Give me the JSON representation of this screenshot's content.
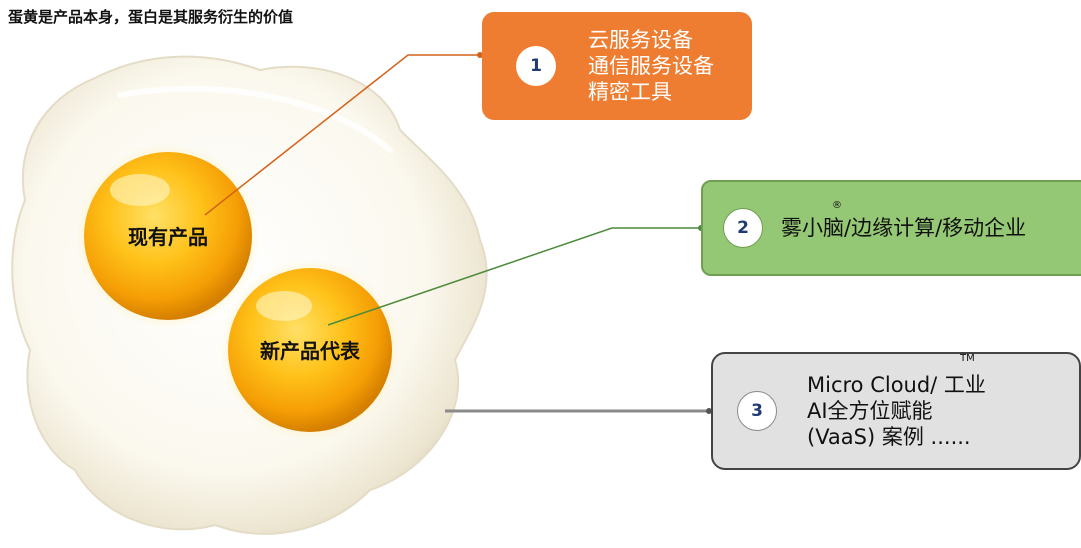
{
  "title": "蛋黄是产品本身，蛋白是其服务衍生的价值",
  "yolks": [
    {
      "label": "现有产品"
    },
    {
      "label": "新产品代表"
    }
  ],
  "boxes": [
    {
      "number": "1",
      "lines": [
        "云服务设备",
        "通信服务设备",
        "精密工具"
      ],
      "color": "#ee7d31"
    },
    {
      "number": "2",
      "lines": [
        "雾小脑/边缘计算/移动企业"
      ],
      "superscript": "®",
      "color": "#94c875"
    },
    {
      "number": "3",
      "lines": [
        "Micro Cloud/ 工业",
        "AI全方位赋能",
        "(VaaS) 案例 ......"
      ],
      "superscript": "TM",
      "color": "#e1e1e1"
    }
  ]
}
